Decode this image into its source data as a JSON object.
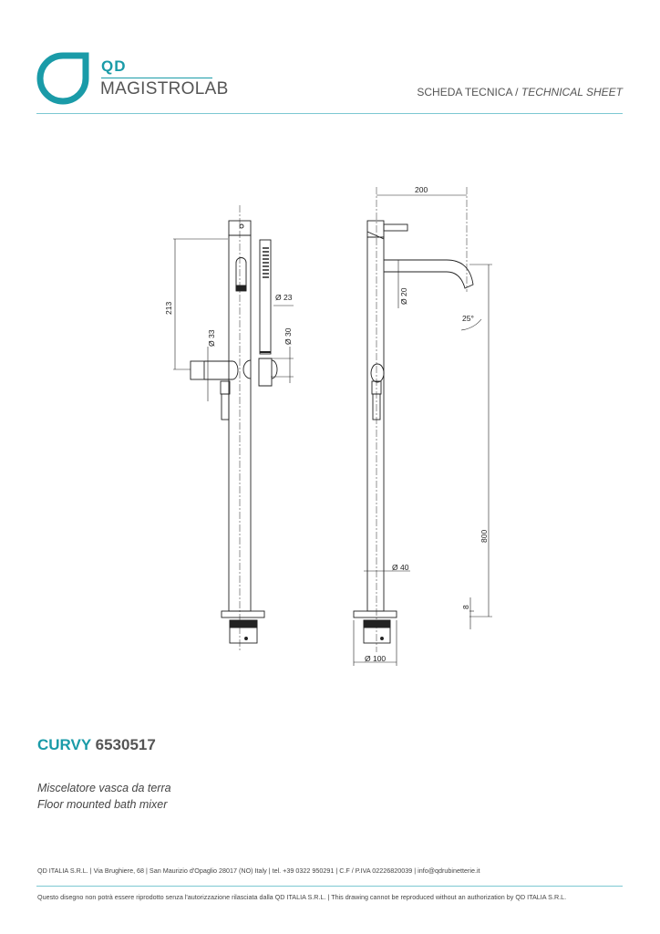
{
  "header": {
    "logo_top": "QD",
    "logo_bottom": "MAGISTROLAB",
    "sheet_label_it": "SCHEDA TECNICA",
    "sheet_sep": " / ",
    "sheet_label_en": "TECHNICAL SHEET"
  },
  "drawing": {
    "dims": {
      "width_200": "200",
      "height_213": "213",
      "dia_33": "Ø 33",
      "dia_23": "Ø 23",
      "dia_30": "Ø 30",
      "dia_20": "Ø 20",
      "angle_25": "25°",
      "height_800": "800",
      "dia_40": "Ø 40",
      "base_8": "8",
      "dia_100": "Ø 100"
    }
  },
  "product": {
    "name": "CURVY",
    "code": "6530517",
    "desc_it": "Miscelatore vasca da terra",
    "desc_en": "Floor mounted bath mixer"
  },
  "footer": {
    "company_line": "QD ITALIA S.R.L. | Via Brughiere, 68 | San Maurizio d'Opaglio 28017 (NO) Italy | tel. +39 0322 950291 | C.F / P.IVA 02226820039 | info@qdrubinetterie.it",
    "copyright_line": "Questo disegno non potrà essere riprodotto senza l'autorizzazione rilasciata dalla QD ITALIA S.R.L. | This drawing cannot be reproduced without an authorization by QD ITALIA S.R.L."
  },
  "colors": {
    "brand": "#1a9ba8",
    "rule": "#7cc8d2"
  }
}
